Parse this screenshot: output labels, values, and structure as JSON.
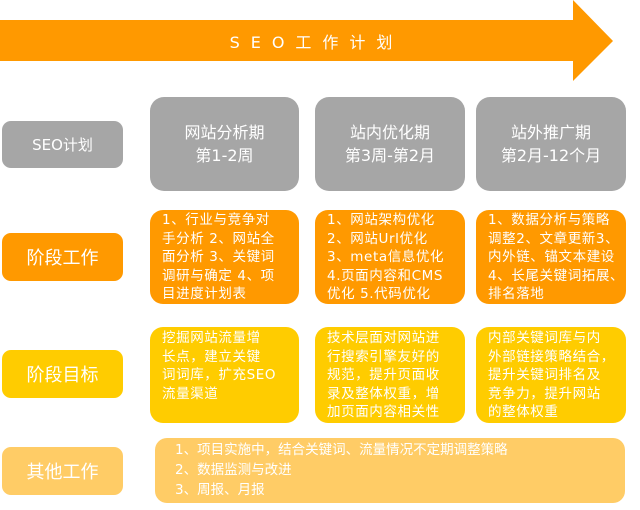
{
  "header": {
    "title": "SEO工作计划",
    "arrow_color": "#ff9900"
  },
  "row_labels": {
    "plan": "SEO计划",
    "work": "阶段工作",
    "goal": "阶段目标",
    "other": "其他工作"
  },
  "phases": [
    {
      "name": "网站分析期",
      "period": "第1-2周"
    },
    {
      "name": "站内优化期",
      "period": "第3周-第2月"
    },
    {
      "name": "站外推广期",
      "period": "第2月-12个月"
    }
  ],
  "stage_work": [
    {
      "lines": [
        "1、行业与竞争对",
        "手分析 2、网站全",
        "面分析 3、关键词",
        "调研与确定 4、项",
        "目进度计划表"
      ]
    },
    {
      "lines": [
        "1、网站架构优化",
        "2、网站Url优化",
        "3、meta信息优化",
        "4.页面内容和CMS",
        "优化 5.代码优化"
      ]
    },
    {
      "lines": [
        "1、数据分析与策略",
        "调整2、文章更新3、",
        "内外链、锚文本建设",
        "4、长尾关键词拓展、",
        "排名落地"
      ]
    }
  ],
  "stage_goals": [
    {
      "lines": [
        "挖掘网站流量增",
        "长点，建立关键",
        "词词库，扩充SEO",
        "流量渠道"
      ]
    },
    {
      "lines": [
        "技术层面对网站进",
        "行搜索引擎友好的",
        "规范，提升页面收",
        "录及整体权重，增",
        "加页面内容相关性"
      ]
    },
    {
      "lines": [
        "内部关键词库与内",
        "外部链接策略结合，",
        "提升关键词排名及",
        "竞争力，提升网站",
        "的整体权重"
      ]
    }
  ],
  "other_work": {
    "lines": [
      "1、项目实施中，结合关键词、流量情况不定期调整策略",
      "2、数据监测与改进",
      "3、周报、月报"
    ]
  },
  "colors": {
    "gray": "#a6a6a6",
    "orange": "#ff9900",
    "yellow": "#ffcc00",
    "light_orange": "#ffcc66"
  }
}
